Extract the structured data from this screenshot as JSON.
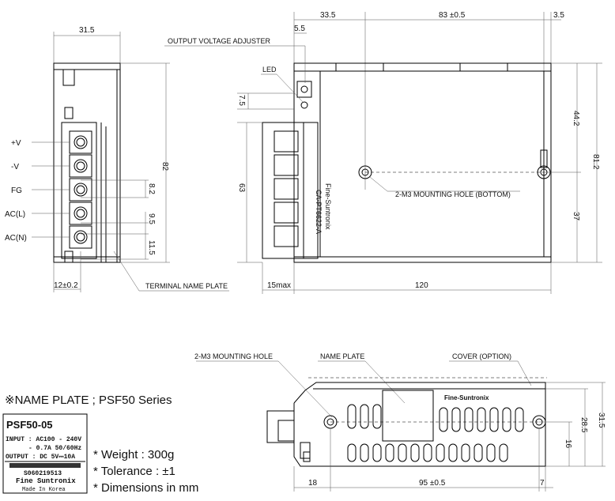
{
  "front_view": {
    "width_dim": "31.5",
    "height_dim": "82",
    "terminal_offset": "12±0.2",
    "pitch1": "8.2",
    "pitch2": "9.5",
    "pitch3": "11.5",
    "terminals": [
      "+V",
      "-V",
      "FG",
      "AC(L)",
      "AC(N)"
    ],
    "terminal_plate_label": "TERMINAL NAME PLATE"
  },
  "top_view": {
    "dim_left": "33.5",
    "dim_mid": "83 ±0.5",
    "dim_right": "3.5",
    "dim_adj": "5.5",
    "dim_led": "7.5",
    "dim_h63": "63",
    "dim_h442": "44.2",
    "dim_h812": "81.2",
    "dim_h37": "37",
    "dim_15max": "15max",
    "dim_120": "120",
    "adjuster_label": "OUTPUT VOLTAGE ADJUSTER",
    "led_label": "LED",
    "mount_label": "2-M3 MOUNTING HOLE (BOTTOM)",
    "brand_label_1": "Fine-Suntronix",
    "brand_label_2": "CA-PT6622-A"
  },
  "side_view": {
    "mount_label": "2-M3 MOUNTING HOLE",
    "nameplate_label": "NAME PLATE",
    "cover_label": "COVER (OPTION)",
    "brand": "Fine-Suntronix",
    "dim_18": "18",
    "dim_95": "95 ±0.5",
    "dim_7": "7",
    "dim_285": "28.5",
    "dim_315": "31.5",
    "dim_16": "16"
  },
  "nameplate": {
    "heading": "※NAME PLATE ; PSF50 Series",
    "model": "PSF50-05",
    "input1": "INPUT  : AC100 - 240V",
    "input2": "- 0.7A  50/60Hz",
    "output": "OUTPUT : DC 5V⎓10A",
    "serial": "S060219513",
    "maker": "Fine Suntronix",
    "origin": "Made In Korea"
  },
  "specs": [
    "* Weight : 300g",
    "* Tolerance : ±1",
    "* Dimensions in mm"
  ]
}
